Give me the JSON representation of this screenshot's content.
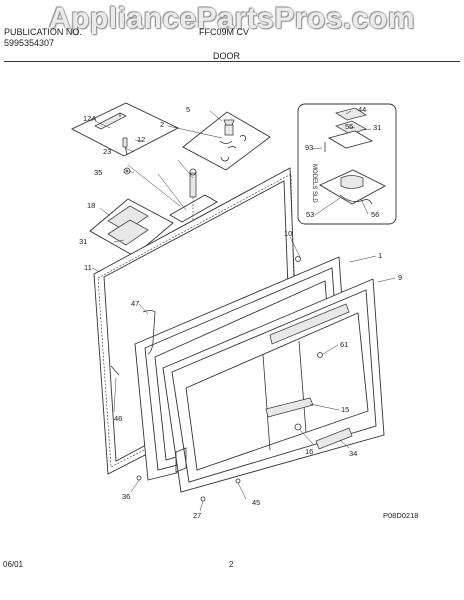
{
  "watermark": "AppliancePartsPros.com",
  "header": {
    "left_top": "PUBLICATION NO.",
    "left_bottom": "5995354307",
    "model": "FFC09M CV",
    "section": "DOOR"
  },
  "diagram": {
    "callouts": [
      "12A",
      "5",
      "2",
      "44",
      "12",
      "23",
      "55",
      "31",
      "93",
      "35",
      "53",
      "56",
      "18",
      "10",
      "31",
      "1",
      "11",
      "9",
      "47",
      "61",
      "15",
      "46",
      "16",
      "34",
      "36",
      "45",
      "27"
    ],
    "inset_label": "MODELS SLD",
    "figure_code": "P08D0218"
  },
  "footer": {
    "date": "06/01",
    "page": "2"
  }
}
